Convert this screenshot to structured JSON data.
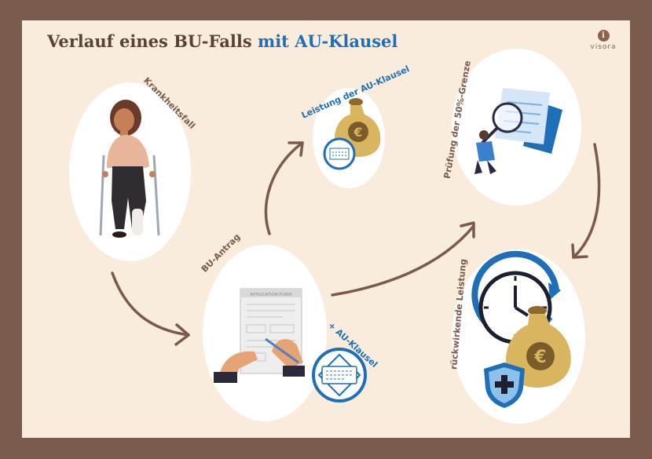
{
  "title": {
    "main": "Verlauf eines BU-Falls",
    "accent": "mit AU-Klausel"
  },
  "logo": {
    "name": "visora",
    "glyph": "i"
  },
  "steps": {
    "illness": "Krankheitsfall",
    "application": "BU-Antrag",
    "benefit": "Leistung der AU-Klausel",
    "check": "Prüfung der 50%-Grenze",
    "retro": "rückwirkende Leistung",
    "clause": "+ AU-Klausel"
  },
  "form": {
    "title": "APPLICATION FORM"
  },
  "colors": {
    "frame": "#7a5c4f",
    "panel": "#f9ecdc",
    "brown": "#7a5a4d",
    "blue": "#1e6fb8",
    "gold": "#d8b55e"
  }
}
